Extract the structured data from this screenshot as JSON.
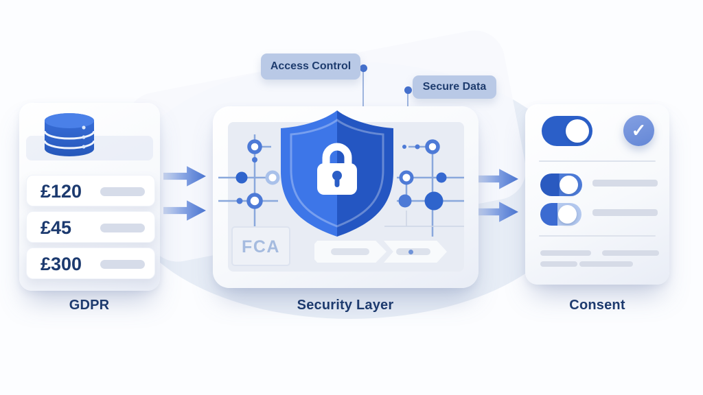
{
  "title": "Data protection flow illustration",
  "callouts": {
    "access_control": "Access Control",
    "secure_data": "Secure Data"
  },
  "stages": {
    "left": {
      "label": "GDPR",
      "icon": "database-icon",
      "rows": [
        {
          "amount": "£120"
        },
        {
          "amount": "£45"
        },
        {
          "amount": "£300"
        }
      ]
    },
    "middle": {
      "label": "Security Layer",
      "badge": "FCA",
      "icon": "shield-lock-icon"
    },
    "right": {
      "label": "Consent",
      "icon": "checkmark-icon",
      "toggles": [
        {
          "state": "on"
        },
        {
          "state": "on"
        },
        {
          "state": "partially-on"
        }
      ]
    }
  },
  "glyphs": {
    "check": "✓"
  },
  "icons": {
    "database": "database-icon",
    "shield_lock": "shield-lock-icon",
    "check": "checkmark-icon",
    "arrow": "arrow-right-icon",
    "toggle": "toggle-switch"
  },
  "colors": {
    "accent_blue": "#2f64cc",
    "shield_dark": "#2456c2",
    "navy_text": "#1d3a6e",
    "callout_bg": "#b9c9e6",
    "ellipse_bg": "#e7edf6",
    "pill_gray": "#d6dce9",
    "toggle_on": "#2b5fc8"
  }
}
